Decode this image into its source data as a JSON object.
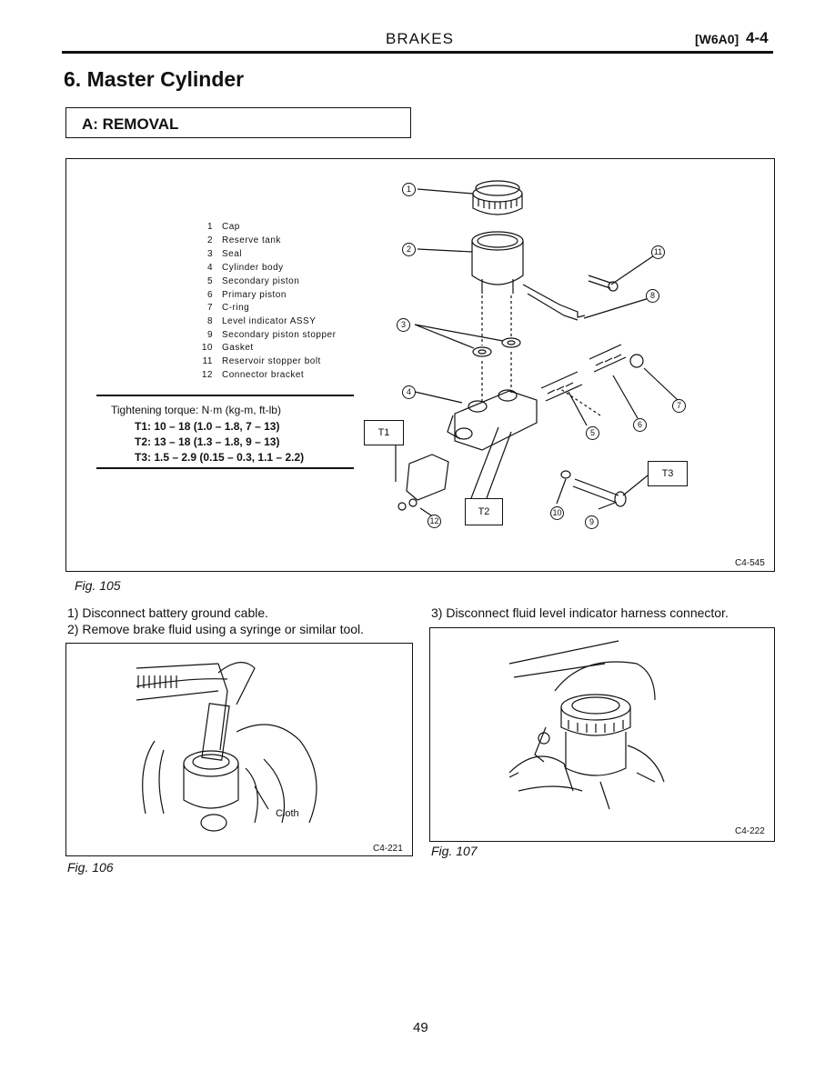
{
  "header": {
    "title": "BRAKES",
    "code": "[W6A0]",
    "page_ref": "4-4"
  },
  "section_title": "6. Master Cylinder",
  "subsection": "A: REMOVAL",
  "figure105": {
    "parts": [
      {
        "num": "1",
        "name": "Cap"
      },
      {
        "num": "2",
        "name": "Reserve tank"
      },
      {
        "num": "3",
        "name": "Seal"
      },
      {
        "num": "4",
        "name": "Cylinder body"
      },
      {
        "num": "5",
        "name": "Secondary piston"
      },
      {
        "num": "6",
        "name": "Primary piston"
      },
      {
        "num": "7",
        "name": "C-ring"
      },
      {
        "num": "8",
        "name": "Level indicator ASSY"
      },
      {
        "num": "9",
        "name": "Secondary piston stopper"
      },
      {
        "num": "10",
        "name": "Gasket"
      },
      {
        "num": "11",
        "name": "Reservoir stopper bolt"
      },
      {
        "num": "12",
        "name": "Connector bracket"
      }
    ],
    "torque_heading": "Tightening torque: N·m (kg-m, ft-lb)",
    "torques": [
      "T1: 10 – 18 (1.0 – 1.8, 7 – 13)",
      "T2: 13 – 18 (1.3 – 1.8, 9 – 13)",
      "T3: 1.5 – 2.9 (0.15 – 0.3, 1.1 – 2.2)"
    ],
    "callouts": [
      "1",
      "2",
      "3",
      "4",
      "5",
      "6",
      "7",
      "8",
      "9",
      "10",
      "11",
      "12"
    ],
    "torque_labels": [
      "T1",
      "T2",
      "T3"
    ],
    "image_code": "C4-545",
    "caption": "Fig. 105"
  },
  "steps": {
    "s1": "1)  Disconnect battery ground cable.",
    "s2": "2)  Remove brake fluid using a syringe or similar tool.",
    "s3": "3)  Disconnect fluid level indicator harness connector."
  },
  "figure106": {
    "label": "Cloth",
    "image_code": "C4-221",
    "caption": "Fig. 106"
  },
  "figure107": {
    "image_code": "C4-222",
    "caption": "Fig. 107"
  },
  "page_number": "49"
}
